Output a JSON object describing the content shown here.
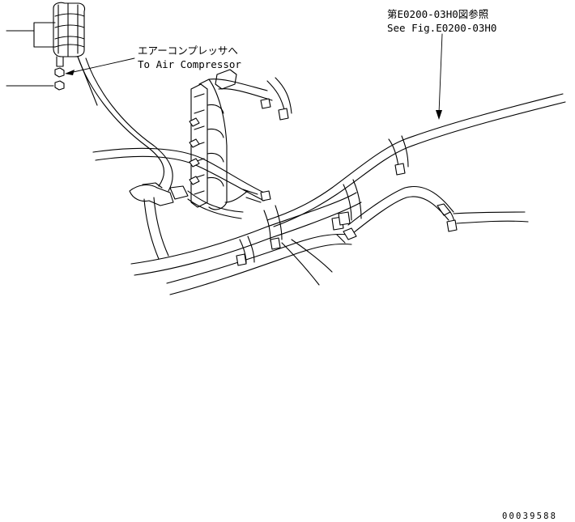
{
  "callouts": {
    "air_compressor_jp": "エアーコンプレッサへ",
    "air_compressor_en": "To Air Compressor",
    "see_fig_jp": "第E0200-03H0図参照",
    "see_fig_en": "See Fig.E0200-03H0"
  },
  "drawing_code": "00039588"
}
